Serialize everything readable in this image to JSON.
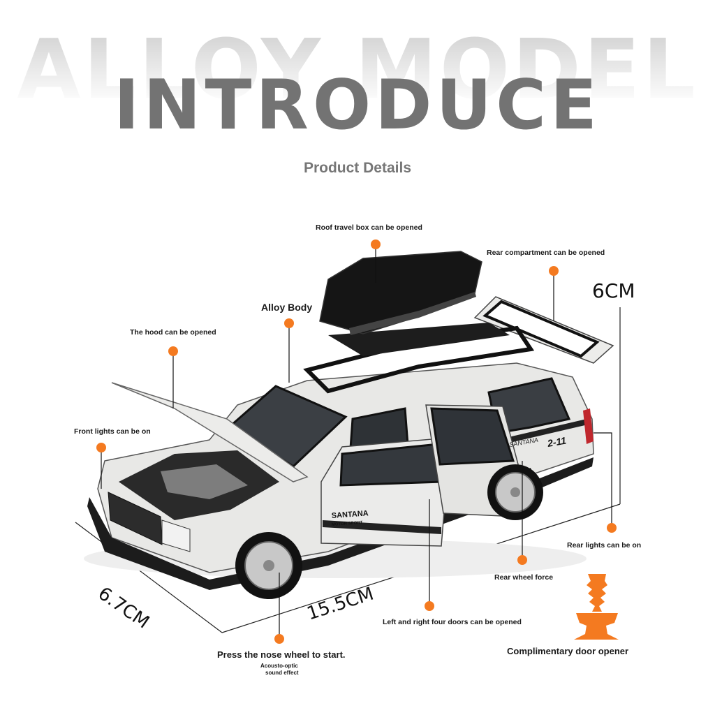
{
  "header": {
    "background_title": "ALLOY MODEL",
    "title": "INTRODUCE",
    "subtitle": "Product Details"
  },
  "callouts": {
    "roof_box": "Roof travel box can be opened",
    "rear_compartment": "Rear compartment can be opened",
    "alloy_body": "Alloy Body",
    "hood": "The hood can be opened",
    "front_lights": "Front lights can be on",
    "rear_lights": "Rear lights can be on",
    "rear_wheel": "Rear wheel force",
    "doors": "Left and right four doors can be opened",
    "nose_wheel": "Press the nose wheel to start.",
    "acousto_line1": "Acousto-optic",
    "acousto_line2": "sound effect",
    "door_opener": "Complimentary door opener"
  },
  "dimensions": {
    "height": "6CM",
    "width": "6.7CM",
    "length": "15.5CM"
  },
  "car_markings": {
    "brand": "SANTANA",
    "brand_sub": "MOTOR SPORT",
    "side_script": "SANTANA",
    "badge": "2-11"
  },
  "colors": {
    "accent": "#f47a20",
    "title_gray": "#737373",
    "car_body": "#e8e8e6"
  }
}
